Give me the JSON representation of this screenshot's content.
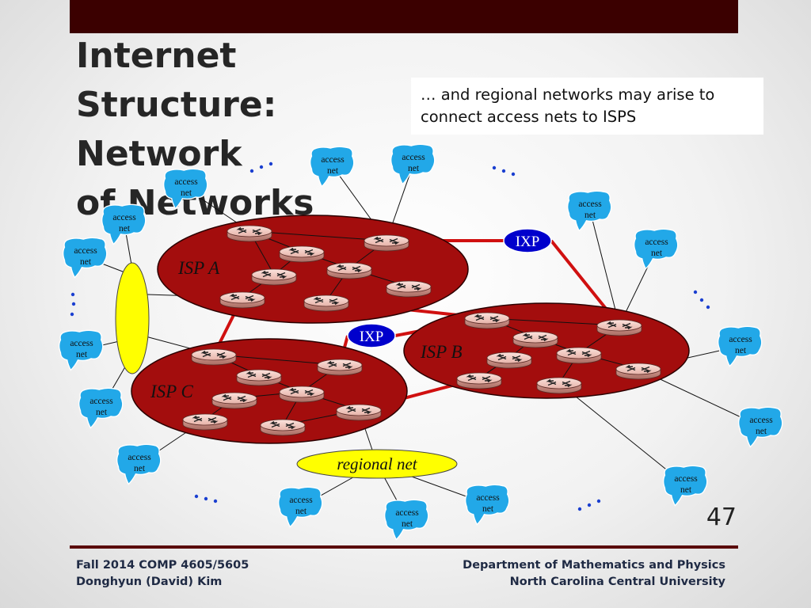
{
  "slide": {
    "title_line1": "Internet Structure: Network",
    "title_line2": "of Networks",
    "callout": "… and regional networks may arise to connect access nets to ISPS",
    "slide_number": "47"
  },
  "footer": {
    "course": "Fall 2014 COMP 4605/5605",
    "instructor": "Donghyun (David) Kim",
    "department": "Department of Mathematics and Physics",
    "university": "North Carolina Central University"
  },
  "diagram": {
    "isps": [
      {
        "id": "isp-a",
        "label": "ISP A"
      },
      {
        "id": "isp-b",
        "label": "ISP B"
      },
      {
        "id": "isp-c",
        "label": "ISP C"
      }
    ],
    "ixps": [
      {
        "id": "ixp-top",
        "label": "IXP"
      },
      {
        "id": "ixp-middle",
        "label": "IXP"
      }
    ],
    "regional_net": {
      "label": "regional net"
    },
    "access_net_label": [
      "access",
      "net"
    ],
    "ellipsis": "…",
    "colors": {
      "isp_fill": "#a30d0d",
      "ixp_fill": "#0000cc",
      "regional_fill": "#ffff00",
      "access_net_fill": "#22a8e8",
      "peering_link": "#d01010",
      "router_fill": "#f0c8c0",
      "dots": "#1a3fd0"
    }
  }
}
